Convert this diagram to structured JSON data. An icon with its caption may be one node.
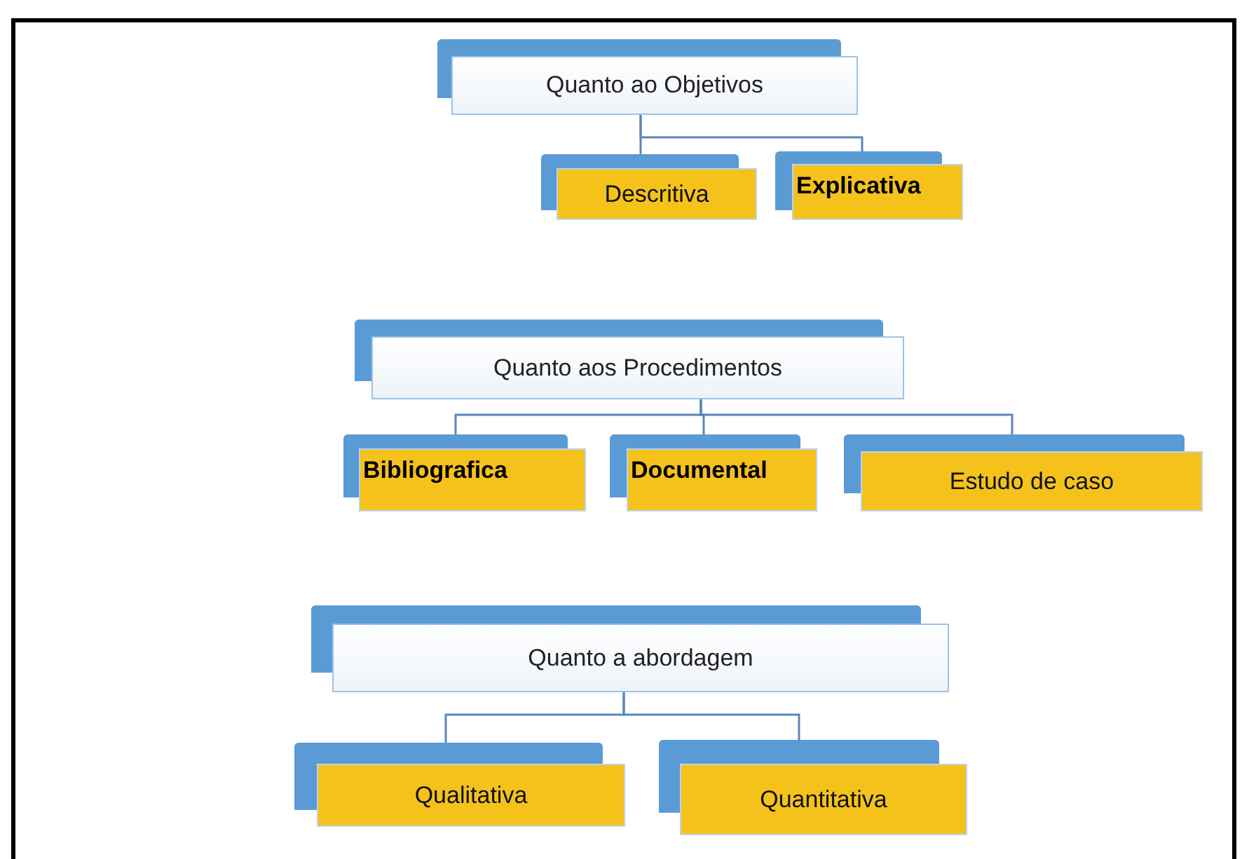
{
  "diagram": {
    "nodes": [
      {
        "text": [
          "Quanto ao Objetivos"
        ]
      },
      {
        "text": [
          "Descritiva"
        ]
      },
      {
        "text": [
          "Explicativa"
        ]
      },
      {
        "text": [
          "Quanto aos Procedimentos"
        ]
      },
      {
        "text": [
          "Bibliografica"
        ]
      },
      {
        "text": [
          "Documental"
        ]
      },
      {
        "text": [
          "Estudo de caso"
        ]
      },
      {
        "text": [
          "Quanto a abordagem"
        ]
      },
      {
        "text": [
          "Qualitativa"
        ]
      },
      {
        "text": [
          "Quantitativa"
        ]
      }
    ],
    "edges": [
      {
        "from": 0,
        "to": 1,
        "arrow": "none"
      },
      {
        "from": 0,
        "to": 2,
        "arrow": "none"
      },
      {
        "from": 3,
        "to": 4,
        "arrow": "none"
      },
      {
        "from": 3,
        "to": 5,
        "arrow": "none"
      },
      {
        "from": 3,
        "to": 6,
        "arrow": "none"
      },
      {
        "from": 7,
        "to": 8,
        "arrow": "none"
      },
      {
        "from": 7,
        "to": 9,
        "arrow": "none"
      }
    ]
  }
}
